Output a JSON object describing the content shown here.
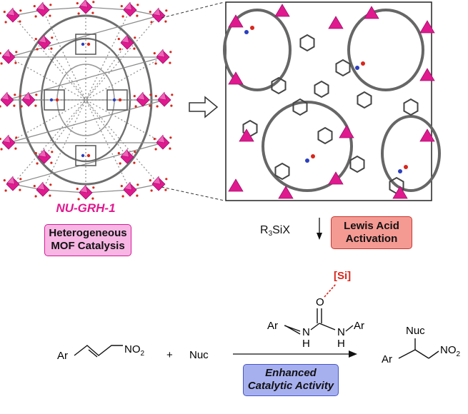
{
  "framework_name": "NU-GRH-1",
  "box_heterogeneous": [
    "Heterogeneous",
    "MOF Catalysis"
  ],
  "reagent": {
    "main": "R",
    "sub1": "3",
    "rest": "SiX"
  },
  "box_lewis": [
    "Lewis Acid",
    "Activation"
  ],
  "box_enhanced": [
    "Enhanced",
    "Catalytic Activity"
  ],
  "silyl_label": "[Si]",
  "scheme": {
    "ar": "Ar",
    "no2_main": "NO",
    "no2_sub": "2",
    "plus": "+",
    "nuc": "Nuc",
    "urea_o": "O",
    "urea_n": "N",
    "urea_h": "H"
  },
  "colors": {
    "magenta": "#e0198f",
    "lewis_red": "#f49a93",
    "enhanced_blue": "#a7b0ef",
    "silyl_red": "#d8261c"
  }
}
